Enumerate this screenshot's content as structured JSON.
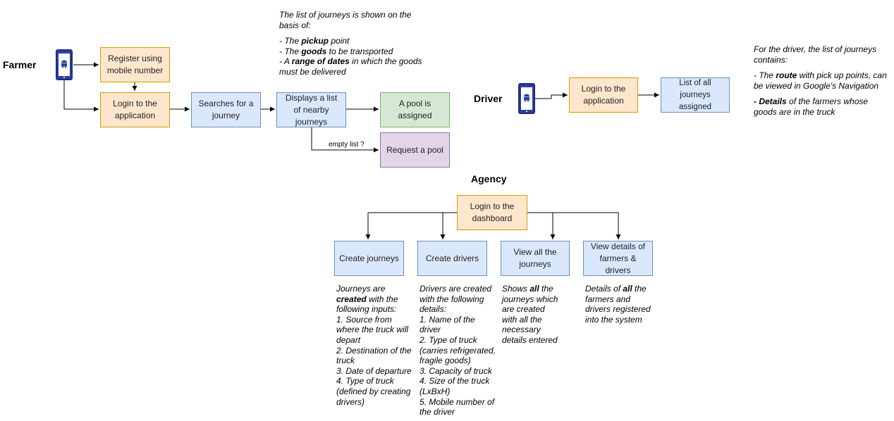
{
  "actors": {
    "farmer": "Farmer",
    "driver": "Driver",
    "agency": "Agency"
  },
  "icons": {
    "farmer_phone": "android-phone-icon",
    "driver_phone": "android-phone-icon"
  },
  "colors": {
    "orange_fill": "#ffe6cc",
    "blue_fill": "#dae8fc",
    "green_fill": "#d5e8d4",
    "purple_fill": "#e1d5e7",
    "phone": "#2b3fa0"
  },
  "farmer_flow": {
    "register": "Register using mobile number",
    "login": "Login to the application",
    "search": "Searches for a journey",
    "display": "Displays a list of nearby journeys",
    "pool_assigned": "A pool is assigned",
    "request_pool": "Request a pool",
    "empty_list_label": "empty list ?"
  },
  "journey_note": {
    "line1": "The list of journeys is shown on the basis of:",
    "b1_pre": "- The ",
    "b1_bold": "pickup",
    "b1_post": " point",
    "b2_pre": "- The ",
    "b2_bold": "goods",
    "b2_post": " to be transported",
    "b3_pre": "- A ",
    "b3_bold": "range of dates",
    "b3_post": " in which the goods must be delivered"
  },
  "driver_flow": {
    "login": "Login to the application",
    "list": "List of all journeys assigned"
  },
  "driver_note": {
    "line1": "For the driver, the list of journeys contains:",
    "b1_pre": "- The ",
    "b1_bold": "route",
    "b1_post": " with pick up points, can be viewed in Google's Navigation",
    "b2_bold": "- Details",
    "b2_post": " of the farmers whose goods are in the truck"
  },
  "agency_flow": {
    "login": "Login to the dashboard",
    "create_journeys": "Create journeys",
    "create_drivers": "Create drivers",
    "view_journeys": "View all the journeys",
    "view_details": "View details of farmers & drivers"
  },
  "notes": {
    "create_journeys": {
      "pre": "Journeys are ",
      "bold": "created",
      "post": " with the following inputs:",
      "items": [
        "1. Source from where the truck will depart",
        "2. Destination of the truck",
        "3. Date of departure",
        "4. Type of truck (defined by creating drivers)"
      ]
    },
    "create_drivers": {
      "intro": "Drivers are created with the following details:",
      "items": [
        "1. Name of the driver",
        "2. Type of truck (carries refrigerated, fragile goods)",
        "3. Capacity of truck",
        "4. Size of the truck (LxBxH)",
        "5. Mobile number of the driver"
      ]
    },
    "view_journeys": {
      "pre": "Shows ",
      "bold": "all",
      "post": " the journeys which are created with all the necessary details entered"
    },
    "view_details": {
      "pre": "Details of ",
      "bold": "all",
      "post": " the farmers and drivers registered into the system"
    }
  }
}
